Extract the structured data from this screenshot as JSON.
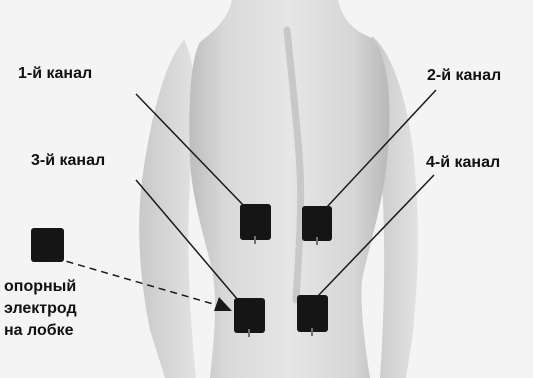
{
  "labels": {
    "channel_1": "1-й канал",
    "channel_2": "2-й канал",
    "channel_3": "3-й канал",
    "channel_4": "4-й канал",
    "reference_line1": "опорный",
    "reference_line2": "электрод",
    "reference_line3": "на лобке"
  },
  "colors": {
    "background": "#f4f4f4",
    "skin": "#dcdcdc",
    "electrode": "#151515",
    "leader_line": "#1a1a1a"
  }
}
